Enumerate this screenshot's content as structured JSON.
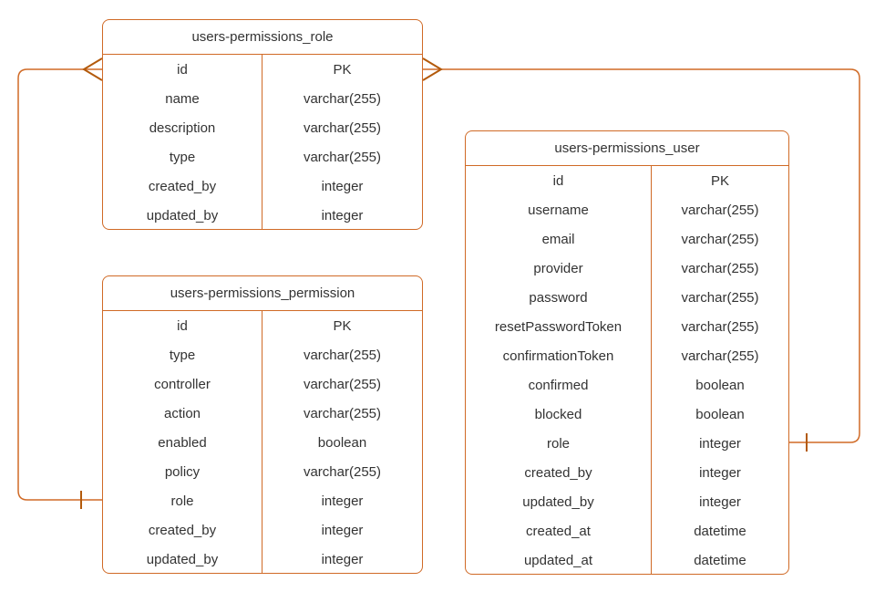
{
  "diagram": {
    "kind": "entity-relationship-diagram",
    "background": "#FFFFFF"
  },
  "colors": {
    "line": "#D06A26",
    "accent": "#B35A0B",
    "text": "#333333"
  },
  "tables": [
    {
      "title": "users-permissions_role",
      "fields": [
        {
          "name": "id",
          "type": "PK"
        },
        {
          "name": "name",
          "type": "varchar(255)"
        },
        {
          "name": "description",
          "type": "varchar(255)"
        },
        {
          "name": "type",
          "type": "varchar(255)"
        },
        {
          "name": "created_by",
          "type": "integer"
        },
        {
          "name": "updated_by",
          "type": "integer"
        }
      ]
    },
    {
      "title": "users-permissions_permission",
      "fields": [
        {
          "name": "id",
          "type": "PK"
        },
        {
          "name": "type",
          "type": "varchar(255)"
        },
        {
          "name": "controller",
          "type": "varchar(255)"
        },
        {
          "name": "action",
          "type": "varchar(255)"
        },
        {
          "name": "enabled",
          "type": "boolean"
        },
        {
          "name": "policy",
          "type": "varchar(255)"
        },
        {
          "name": "role",
          "type": "integer"
        },
        {
          "name": "created_by",
          "type": "integer"
        },
        {
          "name": "updated_by",
          "type": "integer"
        }
      ]
    },
    {
      "title": "users-permissions_user",
      "fields": [
        {
          "name": "id",
          "type": "PK"
        },
        {
          "name": "username",
          "type": "varchar(255)"
        },
        {
          "name": "email",
          "type": "varchar(255)"
        },
        {
          "name": "provider",
          "type": "varchar(255)"
        },
        {
          "name": "password",
          "type": "varchar(255)"
        },
        {
          "name": "resetPasswordToken",
          "type": "varchar(255)"
        },
        {
          "name": "confirmationToken",
          "type": "varchar(255)"
        },
        {
          "name": "confirmed",
          "type": "boolean"
        },
        {
          "name": "blocked",
          "type": "boolean"
        },
        {
          "name": "role",
          "type": "integer"
        },
        {
          "name": "created_by",
          "type": "integer"
        },
        {
          "name": "updated_by",
          "type": "integer"
        },
        {
          "name": "created_at",
          "type": "datetime"
        },
        {
          "name": "updated_at",
          "type": "datetime"
        }
      ]
    }
  ],
  "relationships": [
    {
      "from_table": "users-permissions_role",
      "from_field": "id",
      "from_cardinality": "many",
      "to_table": "users-permissions_permission",
      "to_field": "role",
      "to_cardinality": "one"
    },
    {
      "from_table": "users-permissions_role",
      "from_field": "id",
      "from_cardinality": "many",
      "to_table": "users-permissions_user",
      "to_field": "role",
      "to_cardinality": "one"
    }
  ]
}
